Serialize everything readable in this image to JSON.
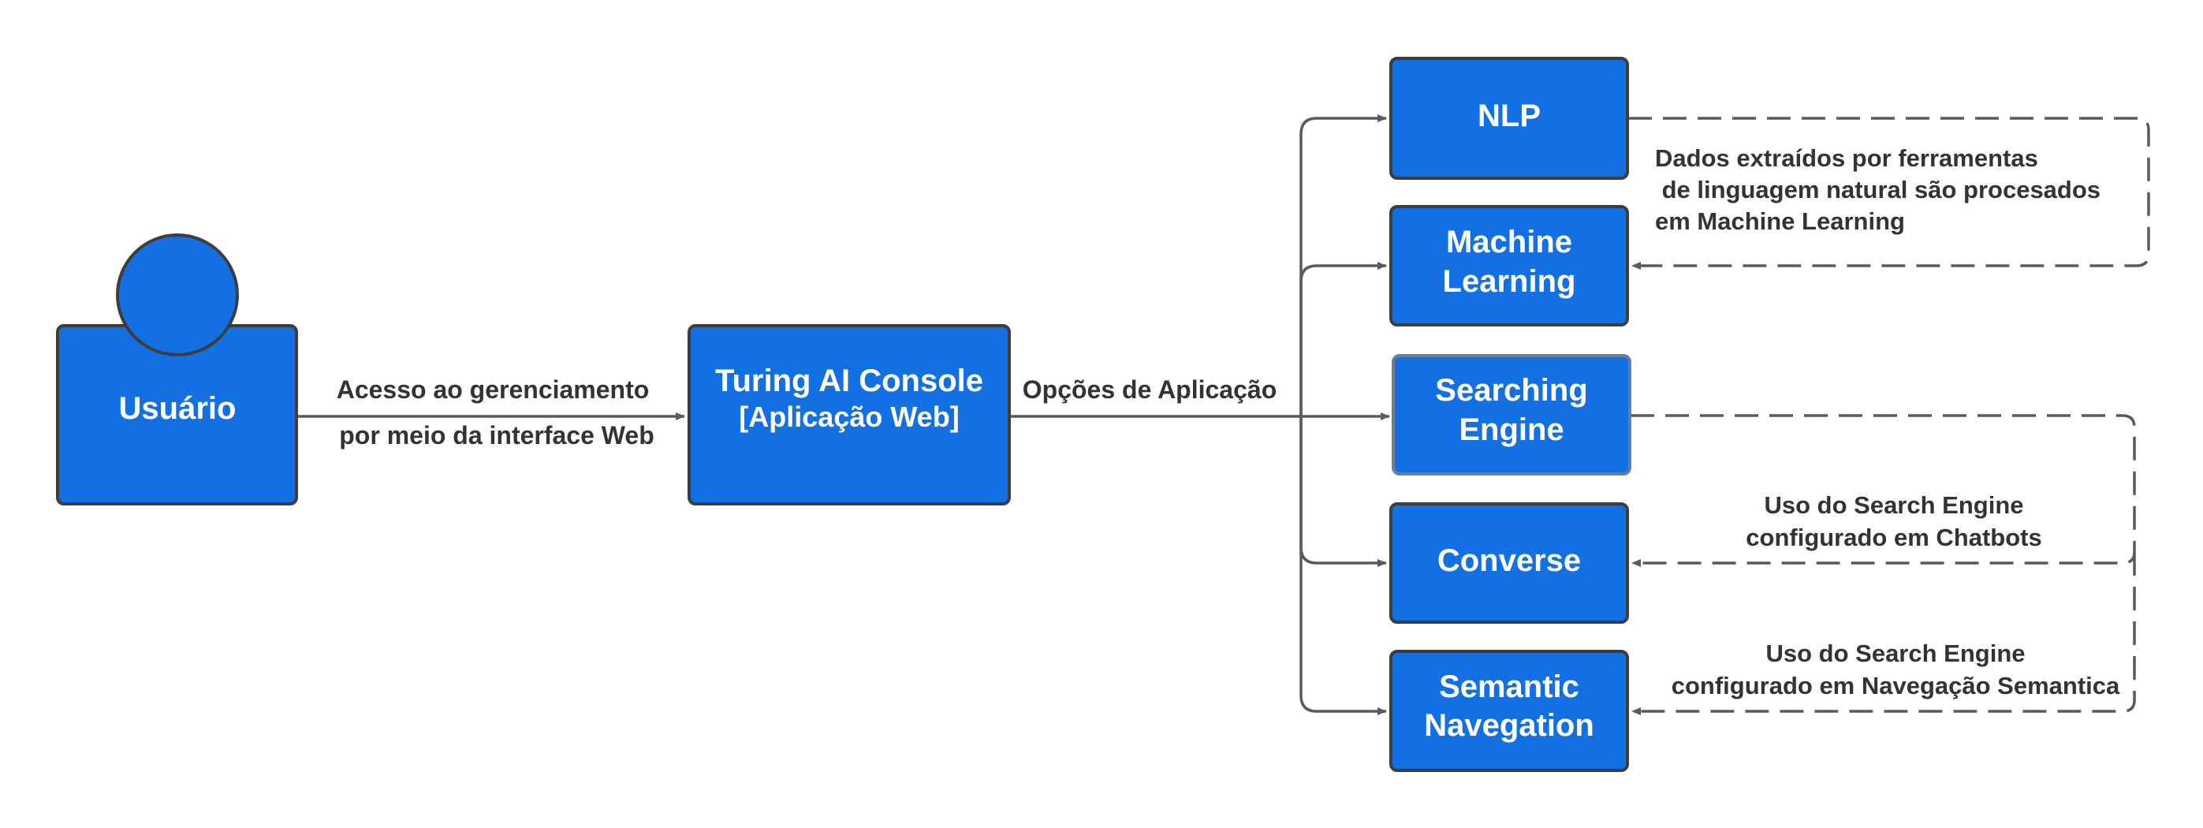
{
  "colors": {
    "box_fill": "#1270e3",
    "box_stroke": "#3d3d3d",
    "line": "#5a5a5a",
    "text_dark": "#333333",
    "text_light": "#ffffff"
  },
  "nodes": {
    "user": {
      "label": "Usuário",
      "icon": "person-icon"
    },
    "console": {
      "line1": "Turing AI Console",
      "line2": "[Aplicação Web]"
    },
    "nlp": {
      "label": "NLP"
    },
    "ml": {
      "line1": "Machine",
      "line2": "Learning"
    },
    "search": {
      "line1": "Searching",
      "line2": "Engine"
    },
    "converse": {
      "label": "Converse"
    },
    "semantic": {
      "line1": "Semantic",
      "line2": "Navegation"
    }
  },
  "edges": {
    "access": {
      "line1": "Acesso ao gerenciamento",
      "line2": "por meio da interface Web"
    },
    "options": {
      "label": "Opções de Aplicação"
    },
    "nlp_to_ml": {
      "line1": "Dados extraídos por ferramentas",
      "line2": " de linguagem natural são procesados",
      "line3": "em Machine Learning"
    },
    "search_to_converse": {
      "line1": "Uso do Search Engine",
      "line2": "configurado em Chatbots"
    },
    "search_to_semantic": {
      "line1": "Uso do Search Engine",
      "line2": "configurado em Navegação Semantica"
    }
  }
}
